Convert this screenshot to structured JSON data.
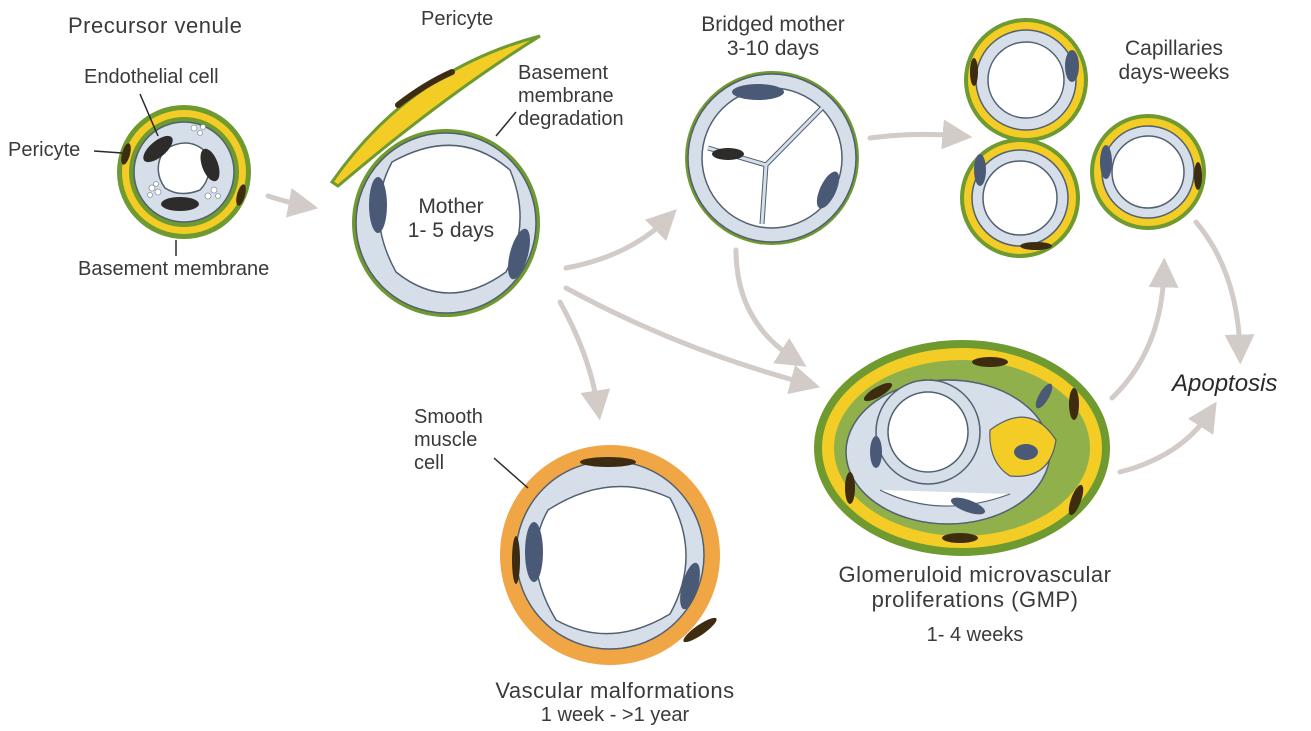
{
  "labels": {
    "precursor_venule": "Precursor venule",
    "endothelial_cell": "Endothelial cell",
    "pericyte_left": "Pericyte",
    "basement_membrane": "Basement membrane",
    "pericyte_top": "Pericyte",
    "bm_degradation": [
      "Basement",
      "membrane",
      "degradation"
    ],
    "mother": [
      "Mother",
      "1- 5 days"
    ],
    "bridged_mother": [
      "Bridged mother",
      "3-10 days"
    ],
    "capillaries": [
      "Capillaries",
      "days-weeks"
    ],
    "apoptosis": "Apoptosis",
    "smooth_muscle_cell": [
      "Smooth",
      "muscle",
      "cell"
    ],
    "gmp": [
      "Glomeruloid microvascular",
      "proliferations (GMP)"
    ],
    "gmp_time": "1- 4 weeks",
    "vascular_malformations": "Vascular malformations",
    "vm_time": "1 week -  >1 year"
  },
  "colors": {
    "endothelium": "#d6dee9",
    "nucleus_light": "#4a5a76",
    "nucleus_dark": "#2e2b2b",
    "pericyte_yellow": "#f3cc26",
    "basement_green": "#6e9a2f",
    "smooth_muscle_orange": "#f1a646",
    "arrow": "#d2cbc7"
  }
}
